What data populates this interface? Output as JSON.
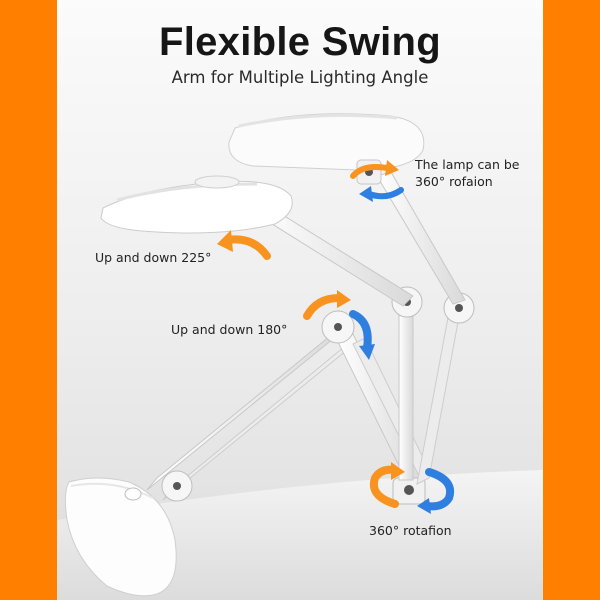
{
  "banner": {
    "title": "Flexible Swing",
    "subtitle": "Arm for Multiple Lighting Angle"
  },
  "callouts": {
    "head_rotation_line1": "The lamp can be",
    "head_rotation_line2": "360° rofaion",
    "upper_arm": "Up and down 225°",
    "lower_arm": "Up and down 180°",
    "base_rotation": "360° rotafion"
  },
  "colors": {
    "side_bars": "#ff7f00",
    "arrow_orange": "#f7931e",
    "arrow_blue": "#2f7fe0",
    "background": "#efefef"
  },
  "icons": [
    "rotation-arrow-icon",
    "curved-arrow-icon"
  ]
}
